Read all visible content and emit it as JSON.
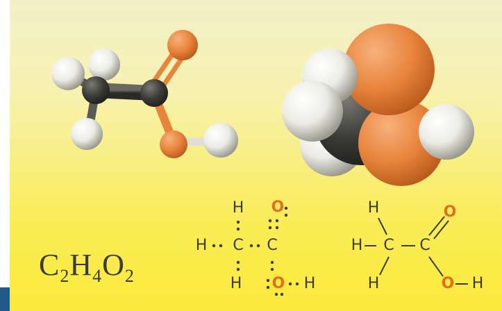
{
  "molecular_formula": {
    "parts": [
      {
        "symbol": "C",
        "count": "2"
      },
      {
        "symbol": "H",
        "count": "4"
      },
      {
        "symbol": "O",
        "count": "2"
      }
    ]
  },
  "colors": {
    "background_top": "#f3f0c9",
    "background_bottom": "#fbea3a",
    "carbon": "#3b3b38",
    "hydrogen": "#f2f2ee",
    "oxygen": "#e8843c",
    "label_text": "#3a3a3a",
    "oxygen_label": "#e07020",
    "corner_accent": "#1f5a8c"
  },
  "models": {
    "ball_and_stick": {
      "atoms": [
        "H",
        "H",
        "H",
        "C",
        "C",
        "O",
        "O",
        "H"
      ]
    },
    "space_filling": {
      "atoms": [
        "H",
        "H",
        "H",
        "C",
        "C",
        "O",
        "O",
        "H"
      ]
    }
  },
  "lewis_structure": {
    "h_top": "H",
    "h_left": "H",
    "c_left": "C",
    "c_right": "C",
    "h_bottom": "H",
    "o_top": "O",
    "o_bottom": "O",
    "h_right": "H"
  },
  "structural_formula": {
    "h_top": "H",
    "h_left": "H",
    "c_left": "C",
    "c_right": "C",
    "h_bottom": "H",
    "o_top": "O",
    "o_bottom": "O",
    "h_right": "H"
  }
}
